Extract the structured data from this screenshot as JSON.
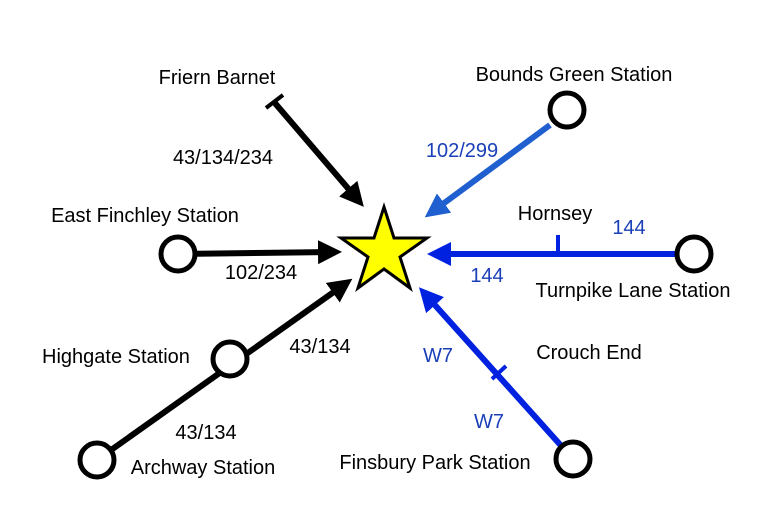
{
  "colors": {
    "black_route": "#000000",
    "blue_route": "#0022e0",
    "bounds_route": "#1f5fcf",
    "star_fill": "#ffff00",
    "blue_text": "#1a3fb8",
    "station_fill": "#ffffff"
  },
  "places": {
    "friern_barnet": "Friern Barnet",
    "bounds_green": "Bounds Green Station",
    "east_finchley": "East Finchley Station",
    "hornsey": "Hornsey",
    "turnpike_lane": "Turnpike Lane Station",
    "highgate": "Highgate Station",
    "crouch_end": "Crouch End",
    "archway": "Archway Station",
    "finsbury_park": "Finsbury Park Station"
  },
  "routes": {
    "friern_barnet": "43/134/234",
    "bounds_green": "102/299",
    "east_finchley": "102/234",
    "turnpike_upper": "144",
    "turnpike_lower": "144",
    "highgate": "43/134",
    "archway": "43/134",
    "finsbury_upper": "W7",
    "finsbury_lower": "W7"
  },
  "icons": {
    "destination": "star-icon",
    "station": "circle-station-icon",
    "stop": "tick-stop-icon"
  }
}
